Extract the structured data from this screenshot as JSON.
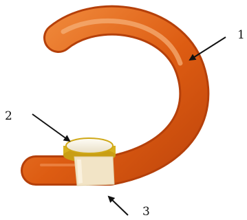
{
  "callouts": [
    {
      "id": "1",
      "label": "1"
    },
    {
      "id": "2",
      "label": "2"
    },
    {
      "id": "3",
      "label": "3"
    }
  ],
  "colors": {
    "body_main": "#e06318",
    "body_light": "#f4a15a",
    "body_dark": "#b9420a",
    "cap_rim": "#d8b21e",
    "cap_top": "#f6f1e4",
    "band": "#f2e4c6",
    "arrow": "#111111",
    "background": "#ffffff"
  }
}
